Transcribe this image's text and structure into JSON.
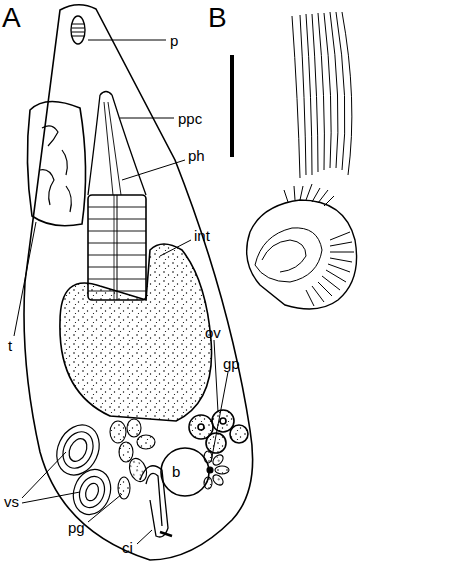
{
  "diagram": {
    "labels": [
      "A",
      "p",
      "ppc",
      "ph",
      "t",
      "int",
      "ov",
      "gp",
      "b",
      "vs",
      "pg",
      "ci",
      "B"
    ]
  }
}
